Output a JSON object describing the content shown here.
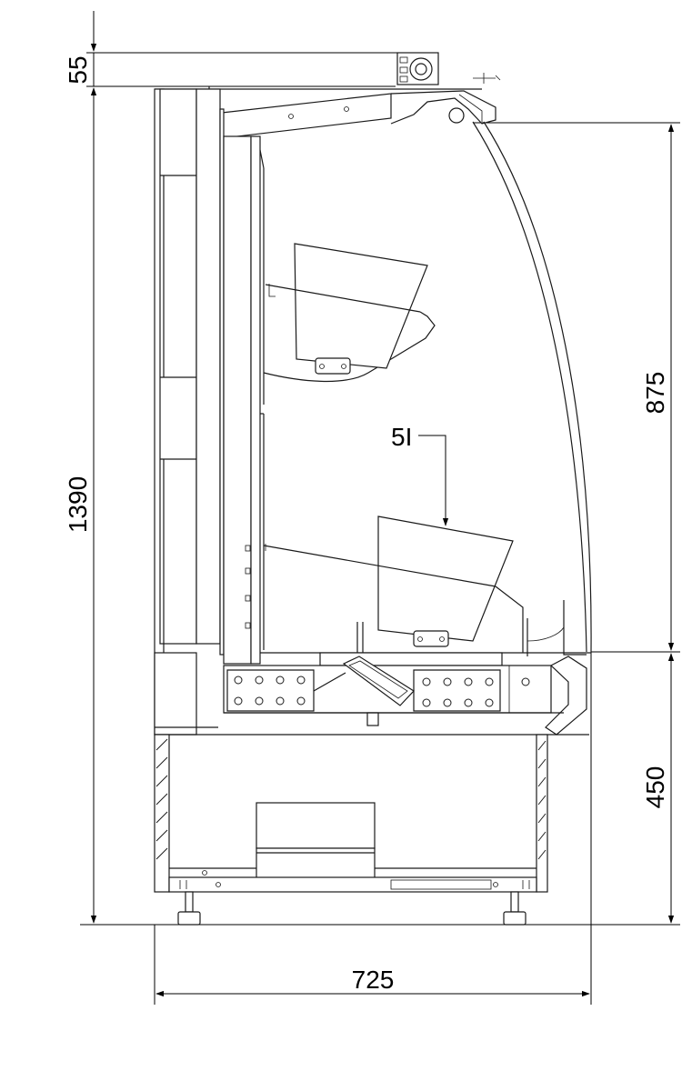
{
  "dimensions": {
    "top_height": "55",
    "total_height": "1390",
    "display_height": "875",
    "base_height": "450",
    "width": "725"
  },
  "callout": {
    "label": "5I"
  },
  "colors": {
    "line": "#1a1a1a",
    "background": "#ffffff"
  }
}
